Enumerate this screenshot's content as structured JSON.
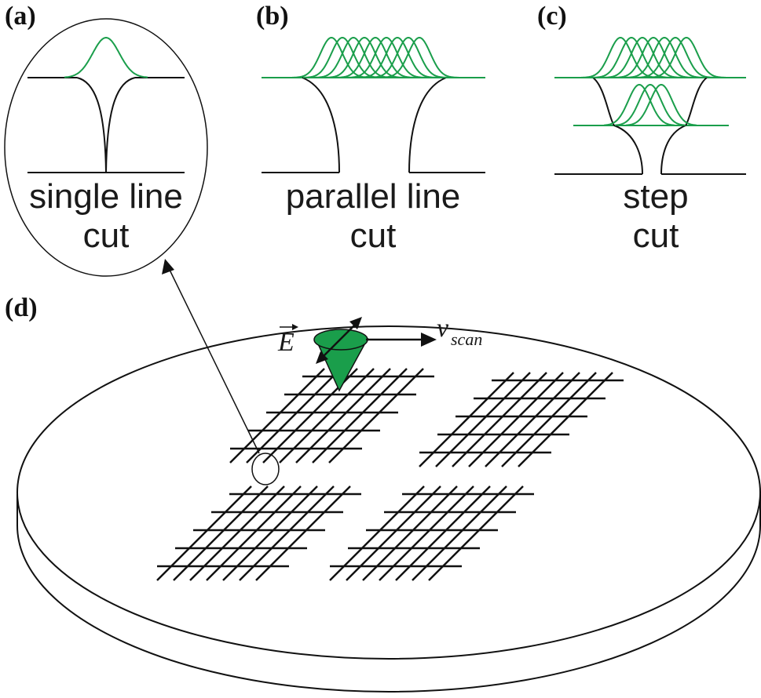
{
  "panels": [
    {
      "label": "(a)",
      "caption_line1": "single line",
      "caption_line2": "cut"
    },
    {
      "label": "(b)",
      "caption_line1": "parallel line",
      "caption_line2": "cut"
    },
    {
      "label": "(c)",
      "caption_line1": "step",
      "caption_line2": "cut"
    },
    {
      "label": "(d)"
    }
  ],
  "field_symbol": "E",
  "velocity_symbol": "v",
  "velocity_subscript": "scan",
  "colors": {
    "beam": "#1a9e4b",
    "ink": "#111111",
    "background": "#ffffff"
  }
}
